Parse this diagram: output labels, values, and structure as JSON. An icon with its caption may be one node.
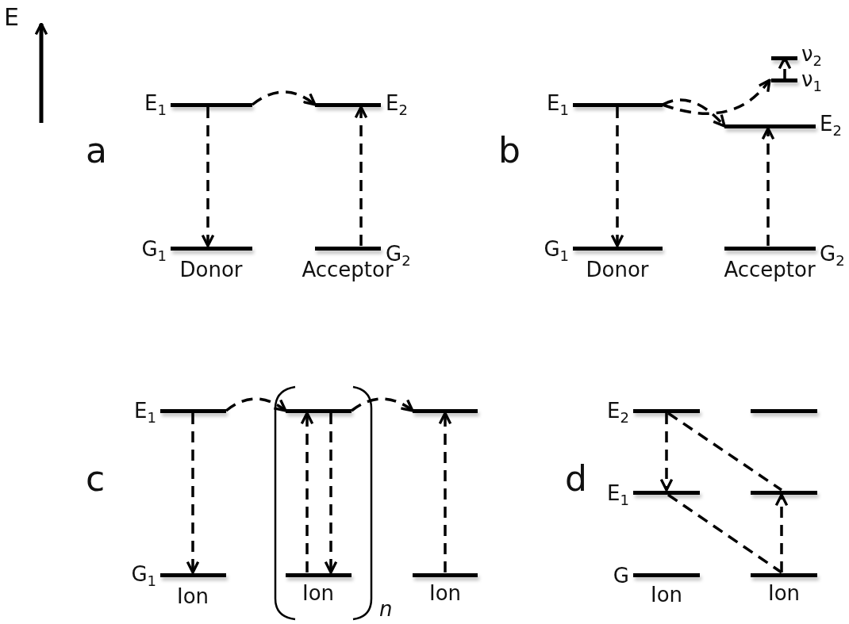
{
  "diagram": {
    "nodes": [
      {
        "text": [],
        "shape": "bar",
        "beside": [
          "E$_{1}$"
        ]
      },
      {
        "text": [],
        "shape": "bar",
        "beside": [
          "E$_{2}$"
        ]
      },
      {
        "text": [],
        "shape": "bar",
        "beside": [
          "G$_{1}$",
          "Donor"
        ]
      },
      {
        "text": [],
        "shape": "bar",
        "beside": [
          "Acceptor",
          "G$_{2}$"
        ]
      },
      {
        "text": [],
        "shape": "bar",
        "beside": [
          "E$_{1}$"
        ]
      },
      {
        "text": [],
        "shape": "bar",
        "beside": [
          "ν$_{2}$"
        ]
      },
      {
        "text": [],
        "shape": "bar",
        "beside": [
          "ν$_{1}$"
        ]
      },
      {
        "text": [],
        "shape": "bar",
        "beside": [
          "E$_{2}$"
        ]
      },
      {
        "text": [],
        "shape": "bar",
        "beside": [
          "G$_{1}$",
          "Donor"
        ]
      },
      {
        "text": [],
        "shape": "bar",
        "beside": [
          "Acceptor",
          "G$_{2}$"
        ]
      },
      {
        "text": [],
        "shape": "bar",
        "beside": [
          "E$_{1}$"
        ]
      },
      {
        "text": [],
        "shape": "bar"
      },
      {
        "text": [],
        "shape": "bar"
      },
      {
        "text": [],
        "shape": "bar",
        "beside": [
          "G$_{1}$",
          "Ion"
        ]
      },
      {
        "text": [],
        "shape": "bar",
        "beside": [
          "Ion"
        ]
      },
      {
        "text": [],
        "shape": "bar",
        "beside": [
          "Ion"
        ]
      },
      {
        "text": [],
        "shape": "bar",
        "beside": [
          "E$_{2}$"
        ]
      },
      {
        "text": [],
        "shape": "bar"
      },
      {
        "text": [],
        "shape": "bar",
        "beside": [
          "E$_{1}$"
        ]
      },
      {
        "text": [],
        "shape": "bar"
      },
      {
        "text": [],
        "shape": "bar",
        "beside": [
          "G",
          "Ion"
        ]
      },
      {
        "text": [],
        "shape": "bar",
        "beside": [
          "Ion"
        ]
      }
    ],
    "edges": [
      {
        "from": 0,
        "to": 1,
        "arrow": "to",
        "style": "dashed"
      },
      {
        "from": 0,
        "to": 2,
        "arrow": "to",
        "style": "dashed"
      },
      {
        "from": 3,
        "to": 1,
        "arrow": "to",
        "style": "dashed"
      },
      {
        "from": 4,
        "to": 7,
        "arrow": "to",
        "style": "dashed"
      },
      {
        "from": 4,
        "to": 6,
        "arrow": "to",
        "style": "dashed"
      },
      {
        "from": 6,
        "to": 5,
        "arrow": "to",
        "style": "dashed"
      },
      {
        "from": 4,
        "to": 8,
        "arrow": "to",
        "style": "dashed"
      },
      {
        "from": 9,
        "to": 7,
        "arrow": "to",
        "style": "dashed"
      },
      {
        "from": 10,
        "to": 11,
        "arrow": "to",
        "style": "dashed"
      },
      {
        "from": 11,
        "to": 12,
        "arrow": "to",
        "style": "dashed"
      },
      {
        "from": 10,
        "to": 13,
        "arrow": "to",
        "style": "dashed"
      },
      {
        "from": 14,
        "to": 11,
        "arrow": "to",
        "style": "dashed"
      },
      {
        "from": 11,
        "to": 14,
        "arrow": "to",
        "style": "dashed"
      },
      {
        "from": 15,
        "to": 12,
        "arrow": "to",
        "style": "dashed"
      },
      {
        "from": 16,
        "to": 18,
        "arrow": "to",
        "style": "dashed"
      },
      {
        "from": 16,
        "to": 19,
        "arrow": "none",
        "style": "dashed"
      },
      {
        "from": 18,
        "to": 21,
        "arrow": "none",
        "style": "dashed"
      },
      {
        "from": 21,
        "to": 19,
        "arrow": "to",
        "style": "dashed"
      }
    ],
    "labels": [
      "E",
      "a",
      "b",
      "c",
      "d",
      "n"
    ]
  }
}
